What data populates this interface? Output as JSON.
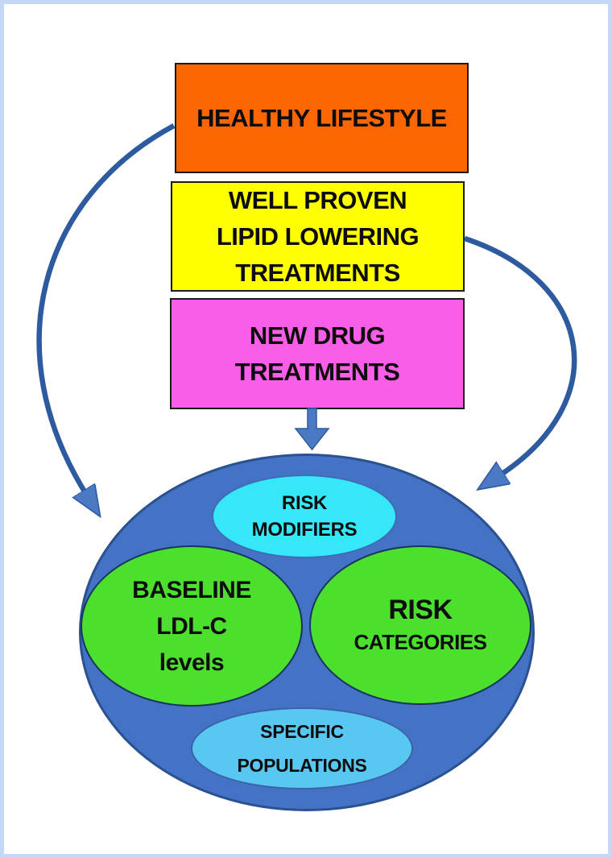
{
  "diagram": {
    "frame_color": "#c6d8f7",
    "background": "#ffffff",
    "text_color": "#0d0d0d"
  },
  "boxes": [
    {
      "id": "healthy-lifestyle",
      "lines": [
        "HEALTHY LIFESTYLE"
      ],
      "fill": "#fb6502"
    },
    {
      "id": "well-proven-lipid-lowering-treatments",
      "lines": [
        "WELL PROVEN",
        "LIPID LOWERING",
        "TREATMENTS"
      ],
      "fill": "#ffff00"
    },
    {
      "id": "new-drug-treatments",
      "lines": [
        "NEW DRUG",
        "TREATMENTS"
      ],
      "fill": "#f85ee7"
    }
  ],
  "venn": {
    "outer": {
      "fill": "#4472c4",
      "stroke": "#2a5191"
    },
    "ellipses": [
      {
        "id": "risk-modifiers",
        "lines": [
          "RISK",
          "MODIFIERS"
        ],
        "fill": "#35e7f7"
      },
      {
        "id": "baseline-ldl-c-levels",
        "lines": [
          "BASELINE",
          "LDL-C",
          "levels"
        ],
        "fill": "#4cdf2e"
      },
      {
        "id": "risk-categories",
        "lines": [
          "RISK",
          "CATEGORIES"
        ],
        "fill": "#4cdf2e"
      },
      {
        "id": "specific-populations",
        "lines": [
          "SPECIFIC",
          "POPULATIONS"
        ],
        "fill": "#58c7f1"
      }
    ]
  },
  "arrows": {
    "line_color": "#2e5b9f",
    "head_color": "#4b79c3",
    "count": 3
  }
}
